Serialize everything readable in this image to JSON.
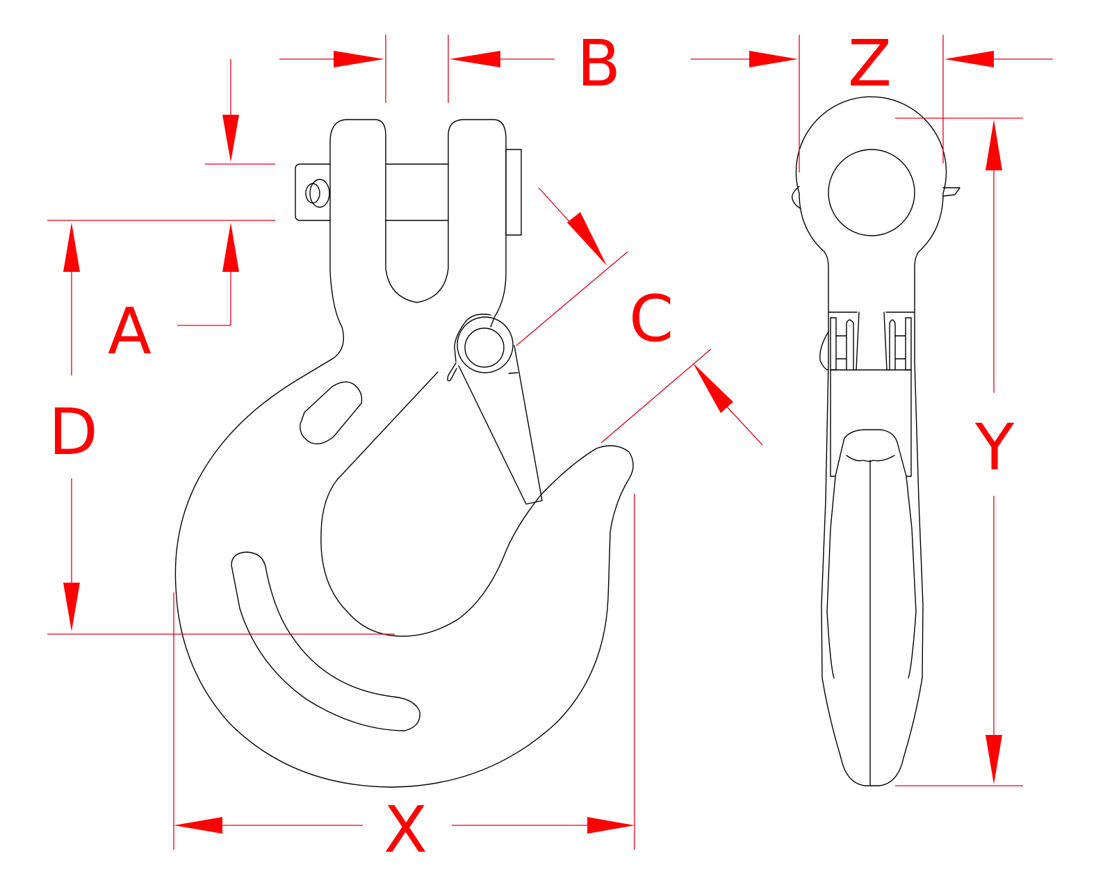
{
  "drawing": {
    "title": "Clevis slip hook with latch — dimension drawing",
    "subject": "clevis-slip-hook",
    "views": [
      "front-view",
      "side-view"
    ],
    "colors": {
      "outline": "#000000",
      "dimension": "#ff0000",
      "background": "#ffffff"
    }
  },
  "dimensions": {
    "A": {
      "label": "A",
      "meaning": "pin diameter / clevis height"
    },
    "B": {
      "label": "B",
      "meaning": "clevis opening width"
    },
    "C": {
      "label": "C",
      "meaning": "throat opening"
    },
    "D": {
      "label": "D",
      "meaning": "pin to saddle depth"
    },
    "X": {
      "label": "X",
      "meaning": "overall hook width"
    },
    "Y": {
      "label": "Y",
      "meaning": "overall hook length (side view)"
    },
    "Z": {
      "label": "Z",
      "meaning": "eye outer width (side view)"
    }
  }
}
